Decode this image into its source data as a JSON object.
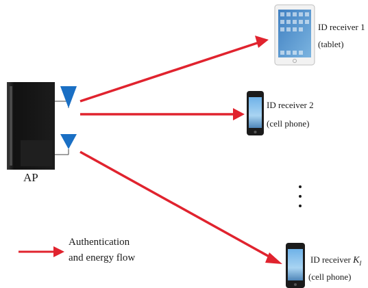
{
  "ap": {
    "label": "AP"
  },
  "receivers": [
    {
      "name": "ID receiver 1",
      "device": "(tablet)",
      "icon": "tablet-icon"
    },
    {
      "name": "ID receiver 2",
      "device": "(cell phone)",
      "icon": "cell-phone-icon"
    },
    {
      "name": "ID receiver",
      "index_symbol": "K",
      "index_subscript": "I",
      "device": "(cell phone)",
      "icon": "cell-phone-icon"
    }
  ],
  "ellipsis": "⋮",
  "legend": {
    "line1": "Authentication",
    "line2": "and energy flow"
  },
  "colors": {
    "arrow": "#e0232e",
    "antenna": "#1a6fc4",
    "ap_body": "#141414"
  }
}
